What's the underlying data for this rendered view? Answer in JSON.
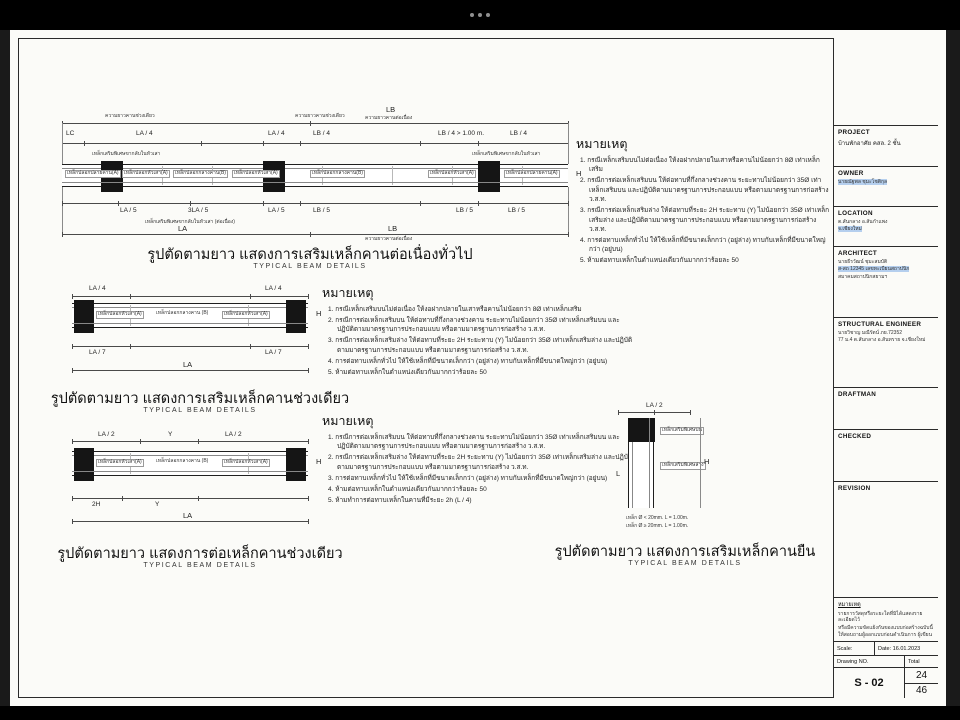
{
  "viewer": {
    "menu_tooltip": "menu"
  },
  "d1": {
    "top_small_left": "ความยาวคานช่วงเดียว",
    "top_small_mid": "ความยาวคานช่วงเดียว",
    "top_span": "LB",
    "top_span_note": "ความยาวคานต่อเนื่อง",
    "dims_top": [
      "LC",
      "LA / 4",
      "LA / 4",
      "LB / 4",
      "LB / 4 > 1.00 m.",
      "LB / 4"
    ],
    "callout_left": "เหล็กเสริมพิเศษขากลับในหัวเสา",
    "callout_right": "เหล็กเสริมพิเศษขากลับในหัวเสา",
    "beam_labels": [
      "เหล็กปลอกปลายคาน(A)",
      "เหล็กปลอกหัวเสา(A)",
      "เหล็กปลอกกลางคาน(B)",
      "เหล็กปลอกหัวเสา(A)",
      "เหล็กปลอกกลางคาน(B)",
      "เหล็กปลอกหัวเสา(A)",
      "เหล็กปลอกปลายคาน(A)"
    ],
    "h_label": "H",
    "dims_bottom": [
      "LA / 5",
      "3LA / 5",
      "LA / 5",
      "LB / 5",
      "LB / 5",
      "LB / 5"
    ],
    "callout_bottom": "เหล็กเสริมพิเศษขากลับในหัวเสา (ต่อเนื่อง)",
    "span_la": "LA",
    "span_lb": "LB",
    "span_lb_note": "ความยาวคานต่อเนื่อง",
    "title": "รูปตัดตามยาว  แสดงการเสริมเหล็กคานต่อเนื่องทั่วไป",
    "subtitle": "TYPICAL BEAM DETAILS"
  },
  "notes1": {
    "heading": "หมายเหตุ",
    "items": [
      "1. กรณีเหล็กเสริมบนไม่ต่อเนื่อง ให้งอฝากปลายในเสาหรือคานไม่น้อยกว่า 8Ø เท่าเหล็กเสริม",
      "2. กรณีการต่อเหล็กเสริมบน ให้ต่อทาบที่กึ่งกลางช่วงคาน ระยะทาบไม่น้อยกว่า 35Ø เท่าเหล็กเสริมบน และปฏิบัติตามมาตรฐานการประกอบแบบ หรือตามมาตรฐานการก่อสร้าง ว.ส.ท.",
      "3. กรณีการต่อเหล็กเสริมล่าง ให้ต่อทาบที่ระยะ 2H ระยะทาบ (Y) ไม่น้อยกว่า 35Ø เท่าเหล็กเสริมล่าง และปฏิบัติตามมาตรฐานการประกอบแบบ หรือตามมาตรฐานการก่อสร้าง ว.ส.ท.",
      "4. การต่อทาบเหล็กทั่วไป ให้ใช้เหล็กที่มีขนาดเล็กกว่า (อยู่ล่าง) ทาบกับเหล็กที่มีขนาดใหญ่กว่า (อยู่บน)",
      "5. ห้ามต่อทาบเหล็กในตำแหน่งเดียวกันมากกว่าร้อยละ 50"
    ]
  },
  "d2": {
    "dim_tl": "LA / 4",
    "dim_tr": "LA / 4",
    "beam_labels": [
      "เหล็กปลอกหัวเสา(A)",
      "เหล็กปลอกกลางคาน (B)",
      "เหล็กปลอกหัวเสา(A)"
    ],
    "h_label": "H",
    "dim_bl": "LA / 7",
    "dim_br": "LA / 7",
    "span": "LA",
    "title": "รูปตัดตามยาว  แสดงการเสริมเหล็กคานช่วงเดียว",
    "subtitle": "TYPICAL BEAM DETAILS"
  },
  "notes2": {
    "heading": "หมายเหตุ",
    "items": [
      "1. กรณีเหล็กเสริมบนไม่ต่อเนื่อง ให้งอฝากปลายในเสาหรือคานไม่น้อยกว่า 8Ø เท่าเหล็กเสริม",
      "2. กรณีการต่อเหล็กเสริมบน ให้ต่อทาบที่กึ่งกลางช่วงคาน ระยะทาบไม่น้อยกว่า 35Ø เท่าเหล็กเสริมบน และปฏิบัติตามมาตรฐานการประกอบแบบ หรือตามมาตรฐานการก่อสร้าง ว.ส.ท.",
      "3. กรณีการต่อเหล็กเสริมล่าง ให้ต่อทาบที่ระยะ 2H ระยะทาบ (Y) ไม่น้อยกว่า 35Ø เท่าเหล็กเสริมล่าง และปฏิบัติตามมาตรฐานการประกอบแบบ หรือตามมาตรฐานการก่อสร้าง ว.ส.ท.",
      "4. การต่อทาบเหล็กทั่วไป ให้ใช้เหล็กที่มีขนาดเล็กกว่า (อยู่ล่าง) ทาบกับเหล็กที่มีขนาดใหญ่กว่า (อยู่บน)",
      "5. ห้ามต่อทาบเหล็กในตำแหน่งเดียวกันมากกว่าร้อยละ 50"
    ]
  },
  "d3": {
    "dim_tl": "LA / 2",
    "dim_ty": "Y",
    "dim_tr": "LA / 2",
    "beam_labels": [
      "เหล็กปลอกหัวเสา(A)",
      "เหล็กปลอกกลางคาน (B)",
      "เหล็กปลอกหัวเสา(A)"
    ],
    "h_label": "H",
    "dim_b1": "2H",
    "dim_b2": "Y",
    "span": "LA",
    "title": "รูปตัดตามยาว  แสดงการต่อเหล็กคานช่วงเดียว",
    "subtitle": "TYPICAL BEAM DETAILS"
  },
  "notes3": {
    "heading": "หมายเหตุ",
    "items": [
      "1. กรณีการต่อเหล็กเสริมบน ให้ต่อทาบที่กึ่งกลางช่วงคาน ระยะทาบไม่น้อยกว่า 35Ø เท่าเหล็กเสริมบน และปฏิบัติตามมาตรฐานการประกอบแบบ หรือตามมาตรฐานการก่อสร้าง ว.ส.ท.",
      "2. กรณีการต่อเหล็กเสริมล่าง ให้ต่อทาบที่ระยะ 2H ระยะทาบ (Y) ไม่น้อยกว่า 35Ø เท่าเหล็กเสริมล่าง และปฏิบัติตามมาตรฐานการประกอบแบบ หรือตามมาตรฐานการก่อสร้าง ว.ส.ท.",
      "3. การต่อทาบเหล็กทั่วไป ให้ใช้เหล็กที่มีขนาดเล็กกว่า (อยู่ล่าง) ทาบกับเหล็กที่มีขนาดใหญ่กว่า (อยู่บน)",
      "4. ห้ามต่อทาบเหล็กในตำแหน่งเดียวกันมากกว่าร้อยละ 50",
      "5. ห้ามทำการต่อทาบเหล็กในคานที่มีระยะ 2h (L / 4)"
    ]
  },
  "d4": {
    "dim_top": "LA / 2",
    "label_top": "เหล็กเสริมพิเศษบน",
    "label_side": "เหล็กเสริมพิเศษล่าง",
    "h_label": "H",
    "l_label": "L",
    "legend1": "เหล็ก Ø < 20mm. L = 1.00m.",
    "legend2": "เหล็ก Ø ≥ 20mm. L = 1.00m.",
    "title": "รูปตัดตามยาว  แสดงการเสริมเหล็กคานยืน",
    "subtitle": "TYPICAL BEAM DETAILS"
  },
  "tb": {
    "project_label": "PROJECT",
    "project_value": "บ้านพักอาศัย คสล. 2 ชั้น",
    "owner_label": "OWNER",
    "owner_value": "นายณัฐพล ชุมะโชติกุล",
    "location_label": "LOCATION",
    "location_value": "ต.สันกลาง อ.สันกำแพง",
    "location_value2": "จ.เชียงใหม่",
    "architect_label": "ARCHITECT",
    "architect_line1": "นายธีรวัฒน์ ชุมะสมบัติ",
    "architect_line2": "ส-สถ 12345 เลขทะเบียนสถาปนิก",
    "architect_line3": "สมาคมสถาปนิกสยามฯ",
    "engineer_label": "STRUCTURAL ENGINEER",
    "engineer_line1": "นายวิชาญ มณีรัตน์ ภย.72352",
    "engineer_line2": "77 ม.4 ต.สันกลาง อ.สันทราย จ.เชียงใหม่",
    "draftman_label": "DRAFTMAN",
    "checked_label": "CHECKED",
    "revision_label": "REVISION",
    "note_heading": "หมายเหตุ",
    "note_line1": "รายการวัสดุหรือระยะใดที่มิได้แสดงรายละเอียดไว้",
    "note_line2": "หรือมีความขัดแย้งกันของแบบก่อสร้างฉบับนี้",
    "note_line3": "ให้สอบถามผู้ออกแบบก่อนดำเนินการ  ผู้เขียน",
    "scale_label": "Scale:",
    "date_label": "Date: 16.01.2023",
    "drawing_no_label": "Drawing  NO.",
    "total_label": "Total",
    "sheet_no": "S - 02",
    "page": "24",
    "total_pages": "46"
  }
}
